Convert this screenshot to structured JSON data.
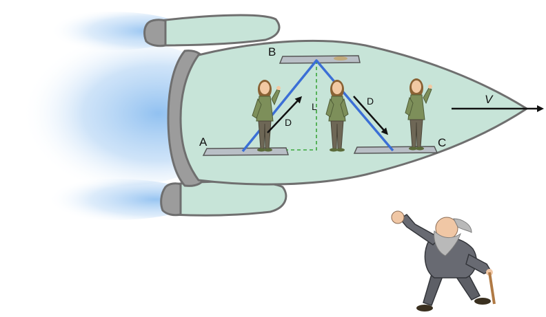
{
  "diagram": {
    "labels": {
      "point_a": "A",
      "point_b": "B",
      "point_c": "C",
      "distance_1": "D",
      "distance_2": "D",
      "height": "L",
      "velocity": "V"
    },
    "colors": {
      "hull": "#c7e4d8",
      "hull_outline": "#6f6f6f",
      "engine": "#9c9c9c",
      "exhaust": "#7eb6ee",
      "light_path": "#3b6fd6",
      "height_line": "#3aa63a",
      "mirror": "#b9bfc6",
      "arrow": "#111111"
    },
    "icons": [
      "woman-observer-icon",
      "old-man-observer-icon",
      "walking-cane-icon"
    ]
  }
}
